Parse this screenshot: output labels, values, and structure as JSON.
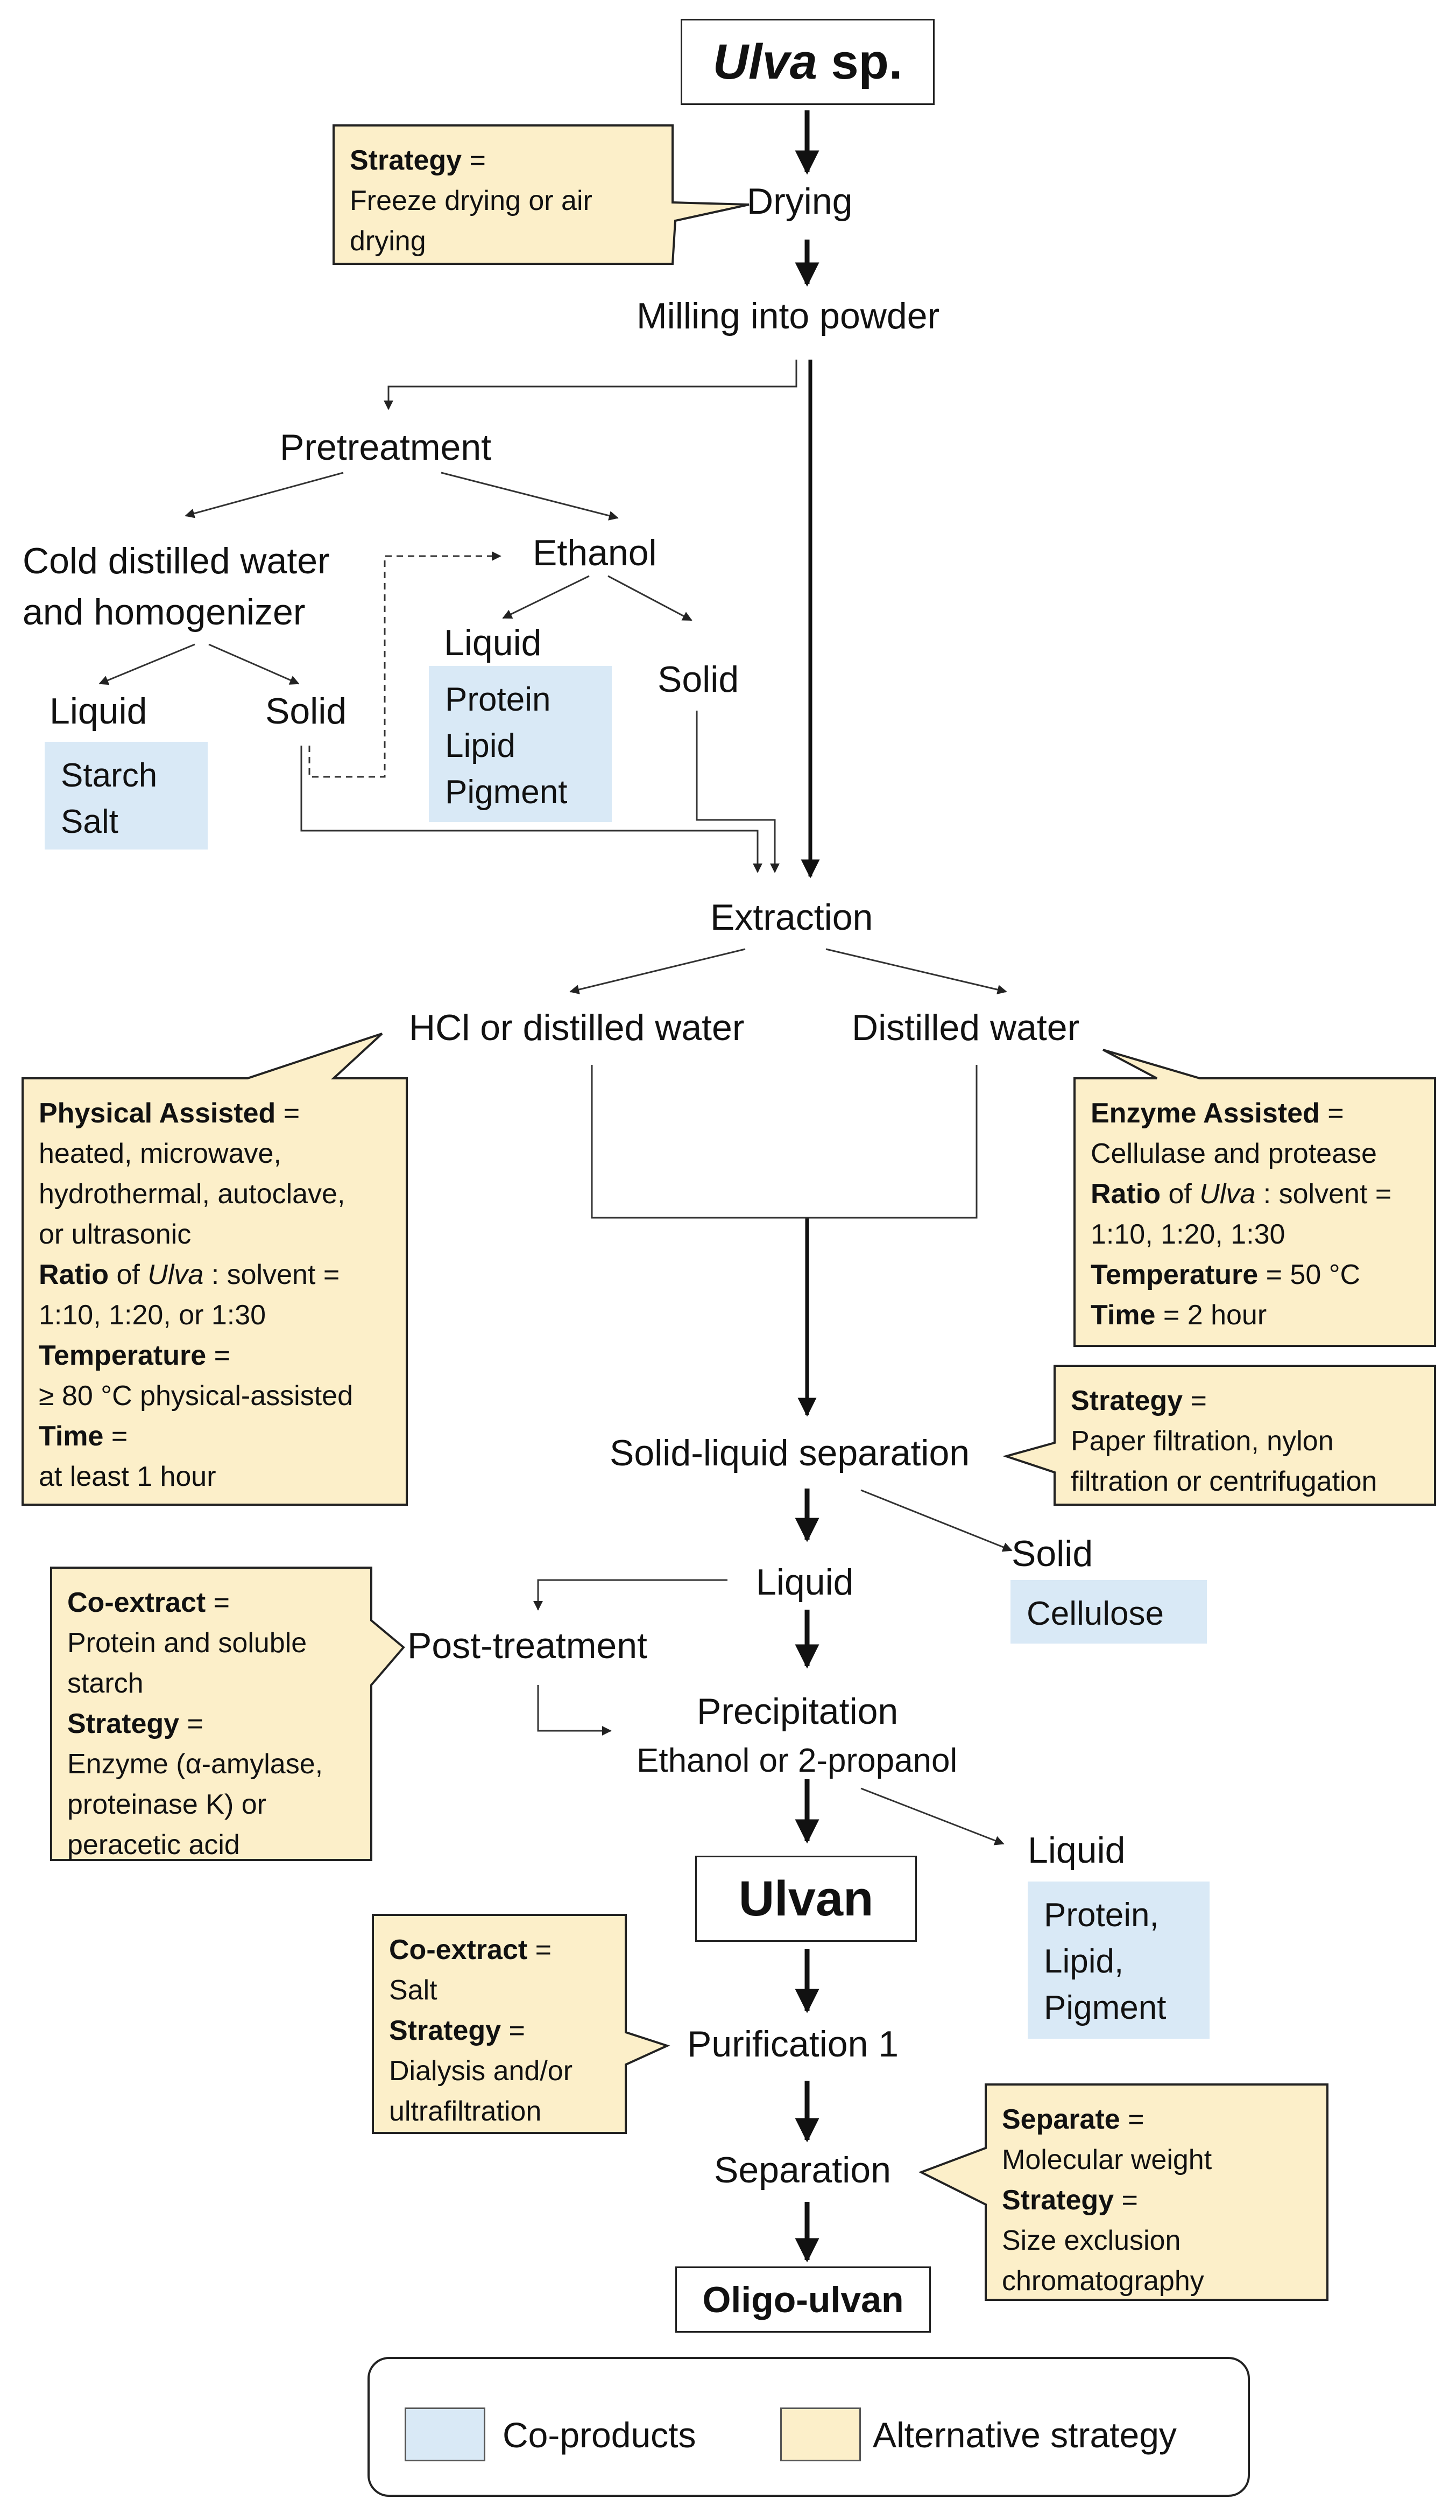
{
  "colors": {
    "coproduct": "#d9e9f6",
    "strategy": "#fcefc9",
    "strategy_border": "#222222",
    "line": "#222222"
  },
  "title": {
    "italic": "Ulva",
    "rest": " sp."
  },
  "steps": {
    "drying": "Drying",
    "milling": "Milling into powder",
    "pretreatment": "Pretreatment",
    "cold_water_line1": "Cold distilled water",
    "cold_water_line2": "and homogenizer",
    "ethanol": "Ethanol",
    "liquid_cold": "Liquid",
    "solid_cold": "Solid",
    "liquid_ethanol": "Liquid",
    "solid_ethanol": "Solid",
    "extraction": "Extraction",
    "hcl": "HCl or distilled water",
    "distilled": "Distilled water",
    "separation_sl": "Solid-liquid separation",
    "liquid_mid": "Liquid",
    "solid_mid": "Solid",
    "post_treatment": "Post-treatment",
    "precipitation": "Precipitation",
    "precipitation_sub": "Ethanol or 2-propanol",
    "liquid_low": "Liquid",
    "ulvan": "Ulvan",
    "purification": "Purification 1",
    "separation": "Separation",
    "oligo": "Oligo-ulvan"
  },
  "coproducts": {
    "cold_liquid": [
      "Starch",
      "Salt"
    ],
    "ethanol_liquid": [
      "Protein",
      "Lipid",
      "Pigment"
    ],
    "solid_mid": [
      "Cellulose"
    ],
    "liquid_low": [
      "Protein,",
      "Lipid,",
      "Pigment"
    ]
  },
  "notes": {
    "drying": {
      "label": "Strategy",
      "eq": " =",
      "lines": [
        "Freeze drying or air",
        "drying"
      ]
    },
    "physical": {
      "l1_bold": "Physical Assisted",
      "l1_rest": " =",
      "l2": "heated, microwave,",
      "l3": "hydrothermal, autoclave,",
      "l4": "or ultrasonic",
      "l5_bold": "Ratio",
      "l5_mid": " of ",
      "l5_ital": "Ulva",
      "l5_rest": " : solvent =",
      "l6": "1:10, 1:20, or 1:30",
      "l7_bold": "Temperature",
      "l7_rest": " =",
      "l8": "≥ 80 °C physical-assisted",
      "l9_bold": "Time",
      "l9_rest": " =",
      "l10": "at least 1 hour"
    },
    "enzyme": {
      "l1_bold": "Enzyme Assisted",
      "l1_rest": " =",
      "l2": "Cellulase and protease",
      "l3_bold": "Ratio",
      "l3_mid": " of ",
      "l3_ital": "Ulva",
      "l3_rest": " : solvent =",
      "l4": "1:10, 1:20, 1:30",
      "l5_bold": "Temperature",
      "l5_rest": " = 50 °C",
      "l6_bold": "Time",
      "l6_rest": " = 2 hour"
    },
    "filtration": {
      "label": "Strategy",
      "eq": " =",
      "lines": [
        "Paper filtration, nylon",
        "filtration or centrifugation"
      ]
    },
    "post": {
      "l1_bold": "Co-extract",
      "l1_rest": " =",
      "l2": "Protein and soluble",
      "l3": "starch",
      "l4_bold": "Strategy",
      "l4_rest": " =",
      "l5": "Enzyme (α-amylase,",
      "l6": "proteinase K) or",
      "l7": "peracetic acid"
    },
    "purification": {
      "l1_bold": "Co-extract",
      "l1_rest": " =",
      "l2": "Salt",
      "l3_bold": "Strategy",
      "l3_rest": " =",
      "l4": "Dialysis and/or",
      "l5": "ultrafiltration"
    },
    "separation": {
      "l1_bold": "Separate",
      "l1_rest": " =",
      "l2": "Molecular weight",
      "l3_bold": "Strategy",
      "l3_rest": " =",
      "l4": "Size exclusion",
      "l5": "chromatography"
    }
  },
  "legend": {
    "coproducts": "Co-products",
    "strategy": "Alternative strategy"
  }
}
